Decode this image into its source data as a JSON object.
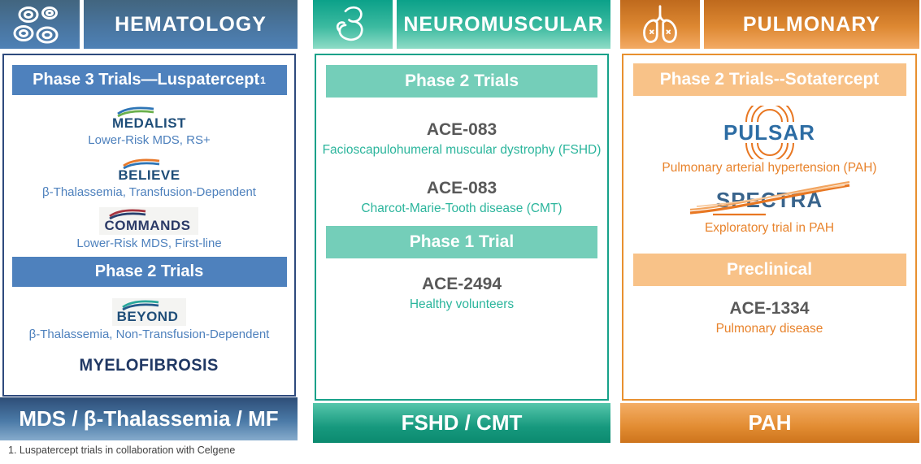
{
  "columns": {
    "hematology": {
      "title": "HEMATOLOGY",
      "icon": "blood-cells-icon",
      "phase3_label": "Phase 3 Trials—Luspatercept",
      "phase3_sup": "1",
      "phase2_label": "Phase 2 Trials",
      "trials": {
        "medalist": {
          "name": "MEDALIST",
          "desc": "Lower-Risk MDS, RS+"
        },
        "believe": {
          "name": "BELIEVE",
          "desc": "β-Thalassemia, Transfusion-Dependent"
        },
        "commands": {
          "name": "COMMANDS",
          "desc": "Lower-Risk MDS, First-line"
        },
        "beyond": {
          "name": "BEYOND",
          "desc": "β-Thalassemia, Non-Transfusion-Dependent"
        },
        "myelofibrosis": {
          "name": "MYELOFIBROSIS"
        }
      },
      "footer": "MDS / β-Thalassemia / MF"
    },
    "neuromuscular": {
      "title": "NEUROMUSCULAR",
      "icon": "muscle-arm-icon",
      "phase2_label": "Phase 2 Trials",
      "phase1_label": "Phase 1 Trial",
      "trials": {
        "ace083_fshd": {
          "name": "ACE-083",
          "desc": "Facioscapulohumeral muscular dystrophy (FSHD)"
        },
        "ace083_cmt": {
          "name": "ACE-083",
          "desc": "Charcot-Marie-Tooth disease (CMT)"
        },
        "ace2494": {
          "name": "ACE-2494",
          "desc": "Healthy volunteers"
        }
      },
      "footer": "FSHD / CMT"
    },
    "pulmonary": {
      "title": "PULMONARY",
      "icon": "lungs-icon",
      "phase2_label": "Phase 2 Trials--Sotatercept",
      "preclinical_label": "Preclinical",
      "trials": {
        "pulsar": {
          "name": "PULSAR",
          "desc": "Pulmonary arterial hypertension (PAH)"
        },
        "spectra": {
          "name": "SPECTRA",
          "desc": "Exploratory trial in PAH"
        },
        "ace1334": {
          "name": "ACE-1334",
          "desc": "Pulmonary disease"
        }
      },
      "footer": "PAH"
    }
  },
  "footnote": "1. Luspatercept trials in collaboration with Celgene",
  "colors": {
    "hematology_accent": "#4E81BD",
    "hematology_border": "#2E4A7D",
    "neuromuscular_accent": "#17A189",
    "neuromuscular_bar": "#74CEB9",
    "pulmonary_border": "#E8902F",
    "pulmonary_bar": "#F8C288",
    "ace_name_gray": "#595959",
    "neuro_desc_teal": "#2BB59C",
    "pulmo_desc_orange": "#E8832C",
    "hema_desc_blue": "#4E81BD",
    "logo_navy": "#1F4E79",
    "pulsar_blue": "#2D6DA4",
    "spectra_blue": "#39648C",
    "pulsar_arc_orange": "#E87722"
  }
}
